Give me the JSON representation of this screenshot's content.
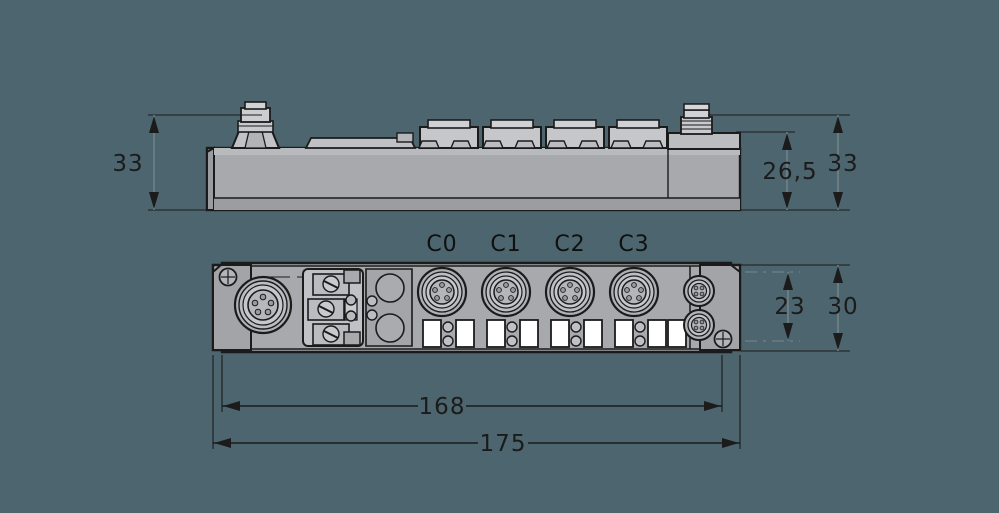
{
  "drawing": {
    "background_color": "#4c656e",
    "body_fill": "#a8a9ad",
    "body_light": "#c4c5c8",
    "body_dark": "#8e9094",
    "line_color": "#1b1b1b",
    "label_white": "#ffffff",
    "views": [
      "side-view",
      "bottom-view"
    ]
  },
  "dimensions": {
    "side_left_height": "33",
    "side_right_height": "33",
    "side_right_inner_height": "26,5",
    "bottom_right_inner": "23",
    "bottom_right_total": "30",
    "bottom_inner_width": "168",
    "bottom_total_width": "175"
  },
  "channels": {
    "labels": [
      "C0",
      "C1",
      "C2",
      "C3"
    ]
  },
  "device": {
    "left_connector": "m12-power-connector",
    "terminal_block": "screw-terminal-block",
    "status_indicators": "status-led-group",
    "right_connectors": [
      "m8-connector-upper",
      "m8-connector-lower"
    ],
    "mounting_holes": [
      "mounting-hole-left",
      "mounting-hole-right"
    ]
  }
}
